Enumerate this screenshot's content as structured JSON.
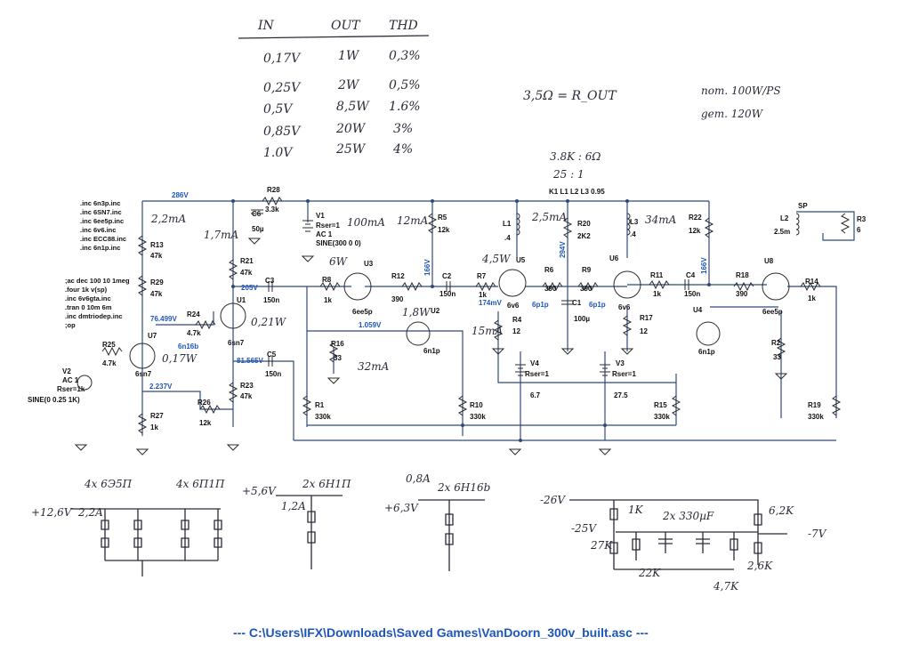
{
  "table": {
    "headers": [
      "IN",
      "OUT",
      "THD"
    ],
    "rows": [
      [
        "0,17V",
        "1W",
        "0,3%"
      ],
      [
        "0,25V",
        "2W",
        "0,5%"
      ],
      [
        "0,5V",
        "8,5W",
        "1.6%"
      ],
      [
        "0,85V",
        "20W",
        "3%"
      ],
      [
        "1.0V",
        "25W",
        "4%"
      ]
    ]
  },
  "notes": {
    "rout": "3,5Ω = R_OUT",
    "nom": "nom. 100W/PS",
    "gem": "gem. 120W",
    "ratio1": "3.8K : 6Ω",
    "ratio2": "25 : 1"
  },
  "directives": [
    ".inc 6n3p.inc",
    ".inc 6SN7.inc",
    ".inc 6ee5p.inc",
    ".inc 6v6.inc",
    ".inc ECC88.inc",
    ".inc 6n1p.inc"
  ],
  "directives2": [
    ";ac dec 100 10 1meg",
    ".four 1k v(sp)",
    ".inc 6v6gta.inc",
    ".tran 0 10m 6m",
    ".inc dmtriodep.inc",
    ";op"
  ],
  "coupling": "K1 L1 L2 L3 0.95",
  "components": {
    "R28": {
      "name": "R28",
      "value": "3.3k"
    },
    "C6": {
      "name": "C6",
      "value": "50µ"
    },
    "V1": {
      "name": "V1",
      "l1": "Rser=1",
      "l2": "AC 1",
      "l3": "SINE(300 0 0)"
    },
    "R5": {
      "name": "R5",
      "value": "12k"
    },
    "L1": {
      "name": "L1",
      "value": ".4"
    },
    "R20": {
      "name": "R20",
      "value": "2K2"
    },
    "L3": {
      "name": "L3",
      "value": ".4"
    },
    "R22": {
      "name": "R22",
      "value": "12k"
    },
    "L2": {
      "name": "L2",
      "value": "2.5m"
    },
    "SP": {
      "name": "SP"
    },
    "R3": {
      "name": "R3",
      "value": "6"
    },
    "R13": {
      "name": "R13",
      "value": "47k"
    },
    "R29": {
      "name": "R29",
      "value": "47k"
    },
    "R21": {
      "name": "R21",
      "value": "47k"
    },
    "C3": {
      "name": "C3",
      "value": "150n"
    },
    "R8": {
      "name": "R8",
      "value": "1k"
    },
    "U3": {
      "name": "U3",
      "value": "6ee5p"
    },
    "R12": {
      "name": "R12",
      "value": "390"
    },
    "C2": {
      "name": "C2",
      "value": "150n"
    },
    "R7": {
      "name": "R7",
      "value": "1k"
    },
    "U5": {
      "name": "U5",
      "value": "6v6"
    },
    "R6": {
      "name": "R6",
      "value": "390"
    },
    "R9": {
      "name": "R9",
      "value": "390"
    },
    "U6": {
      "name": "U6",
      "value": "6v6"
    },
    "R11": {
      "name": "R11",
      "value": "1k"
    },
    "C4": {
      "name": "C4",
      "value": "150n"
    },
    "R18": {
      "name": "R18",
      "value": "390"
    },
    "U8": {
      "name": "U8",
      "value": "6ee5p"
    },
    "R14": {
      "name": "R14",
      "value": "1k"
    },
    "R24": {
      "name": "R24",
      "value": "4.7k"
    },
    "U1": {
      "name": "U1",
      "value": "6sn7"
    },
    "U7": {
      "name": "U7",
      "value": "6sn7"
    },
    "R25": {
      "name": "R25",
      "value": "4.7k"
    },
    "V2": {
      "name": "V2",
      "l1": "AC 1",
      "l2": "Rser=1k",
      "l3": "SINE(0 0.25 1K)"
    },
    "C5": {
      "name": "C5",
      "value": "150n"
    },
    "R23": {
      "name": "R23",
      "value": "47k"
    },
    "R27": {
      "name": "R27",
      "value": "1k"
    },
    "R26": {
      "name": "R26",
      "value": "12k"
    },
    "R16": {
      "name": "R16",
      "value": "33"
    },
    "U2": {
      "name": "U2",
      "value": "6n1p"
    },
    "R4": {
      "name": "R4",
      "value": "12"
    },
    "C1": {
      "name": "C1",
      "value": "100µ"
    },
    "R17": {
      "name": "R17",
      "value": "12"
    },
    "U4": {
      "name": "U4",
      "value": "6n1p"
    },
    "R2": {
      "name": "R2",
      "value": "33"
    },
    "V4": {
      "name": "V4",
      "l1": "Rser=1",
      "l2": "6.7"
    },
    "V3": {
      "name": "V3",
      "l1": "Rser=1",
      "l2": "27.5"
    },
    "R1": {
      "name": "R1",
      "value": "330k"
    },
    "R10": {
      "name": "R10",
      "value": "330k"
    },
    "R15": {
      "name": "R15",
      "value": "330k"
    },
    "R19": {
      "name": "R19",
      "value": "330k"
    }
  },
  "nets": {
    "n286": "286V",
    "n205": "205V",
    "n76": "76.499V",
    "n6n16b": "6n16b",
    "n2237": "2.237V",
    "n81": "81.565V",
    "n1059": "1.059V",
    "n166a": "166V",
    "n174": "174mV",
    "n6p1pa": "6p1p",
    "n294": "294V",
    "n6p1pb": "6p1p",
    "n166b": "166V"
  },
  "annotations": {
    "a22ma": "2,2mA",
    "a17ma": "1,7mA",
    "a100ma": "100mA",
    "a12ma": "12mA",
    "a25ma": "2,5mA",
    "a34ma": "34mA",
    "a6w": "6W",
    "a45w": "4,5W",
    "a18w": "1,8W",
    "a021w": "0,21W",
    "a017w": "0,17W",
    "a32ma": "32mA",
    "a15ma": "15mA"
  },
  "heaters": {
    "h1title": "4x 6Э5П",
    "h1b": "4x 6П1П",
    "h1v": "+12,6V",
    "h1a": "2,2A",
    "h2title": "2x 6H1П",
    "h2v": "+5,6V",
    "h2a": "1,2A",
    "h3a": "0,8A",
    "h3title": "2x 6H16b",
    "h3v": "+6,3V",
    "b26": "-26V",
    "b25": "-25V",
    "b1k": "1K",
    "b27k": "27K",
    "b22k": "22K",
    "b47k": "4,7K",
    "bcap": "2x 330µF",
    "b62k": "6,2K",
    "b26k": "2,6K",
    "b7v": "-7V"
  },
  "footer": "--- C:\\Users\\IFX\\Downloads\\Saved Games\\VanDoorn_300v_built.asc ---"
}
